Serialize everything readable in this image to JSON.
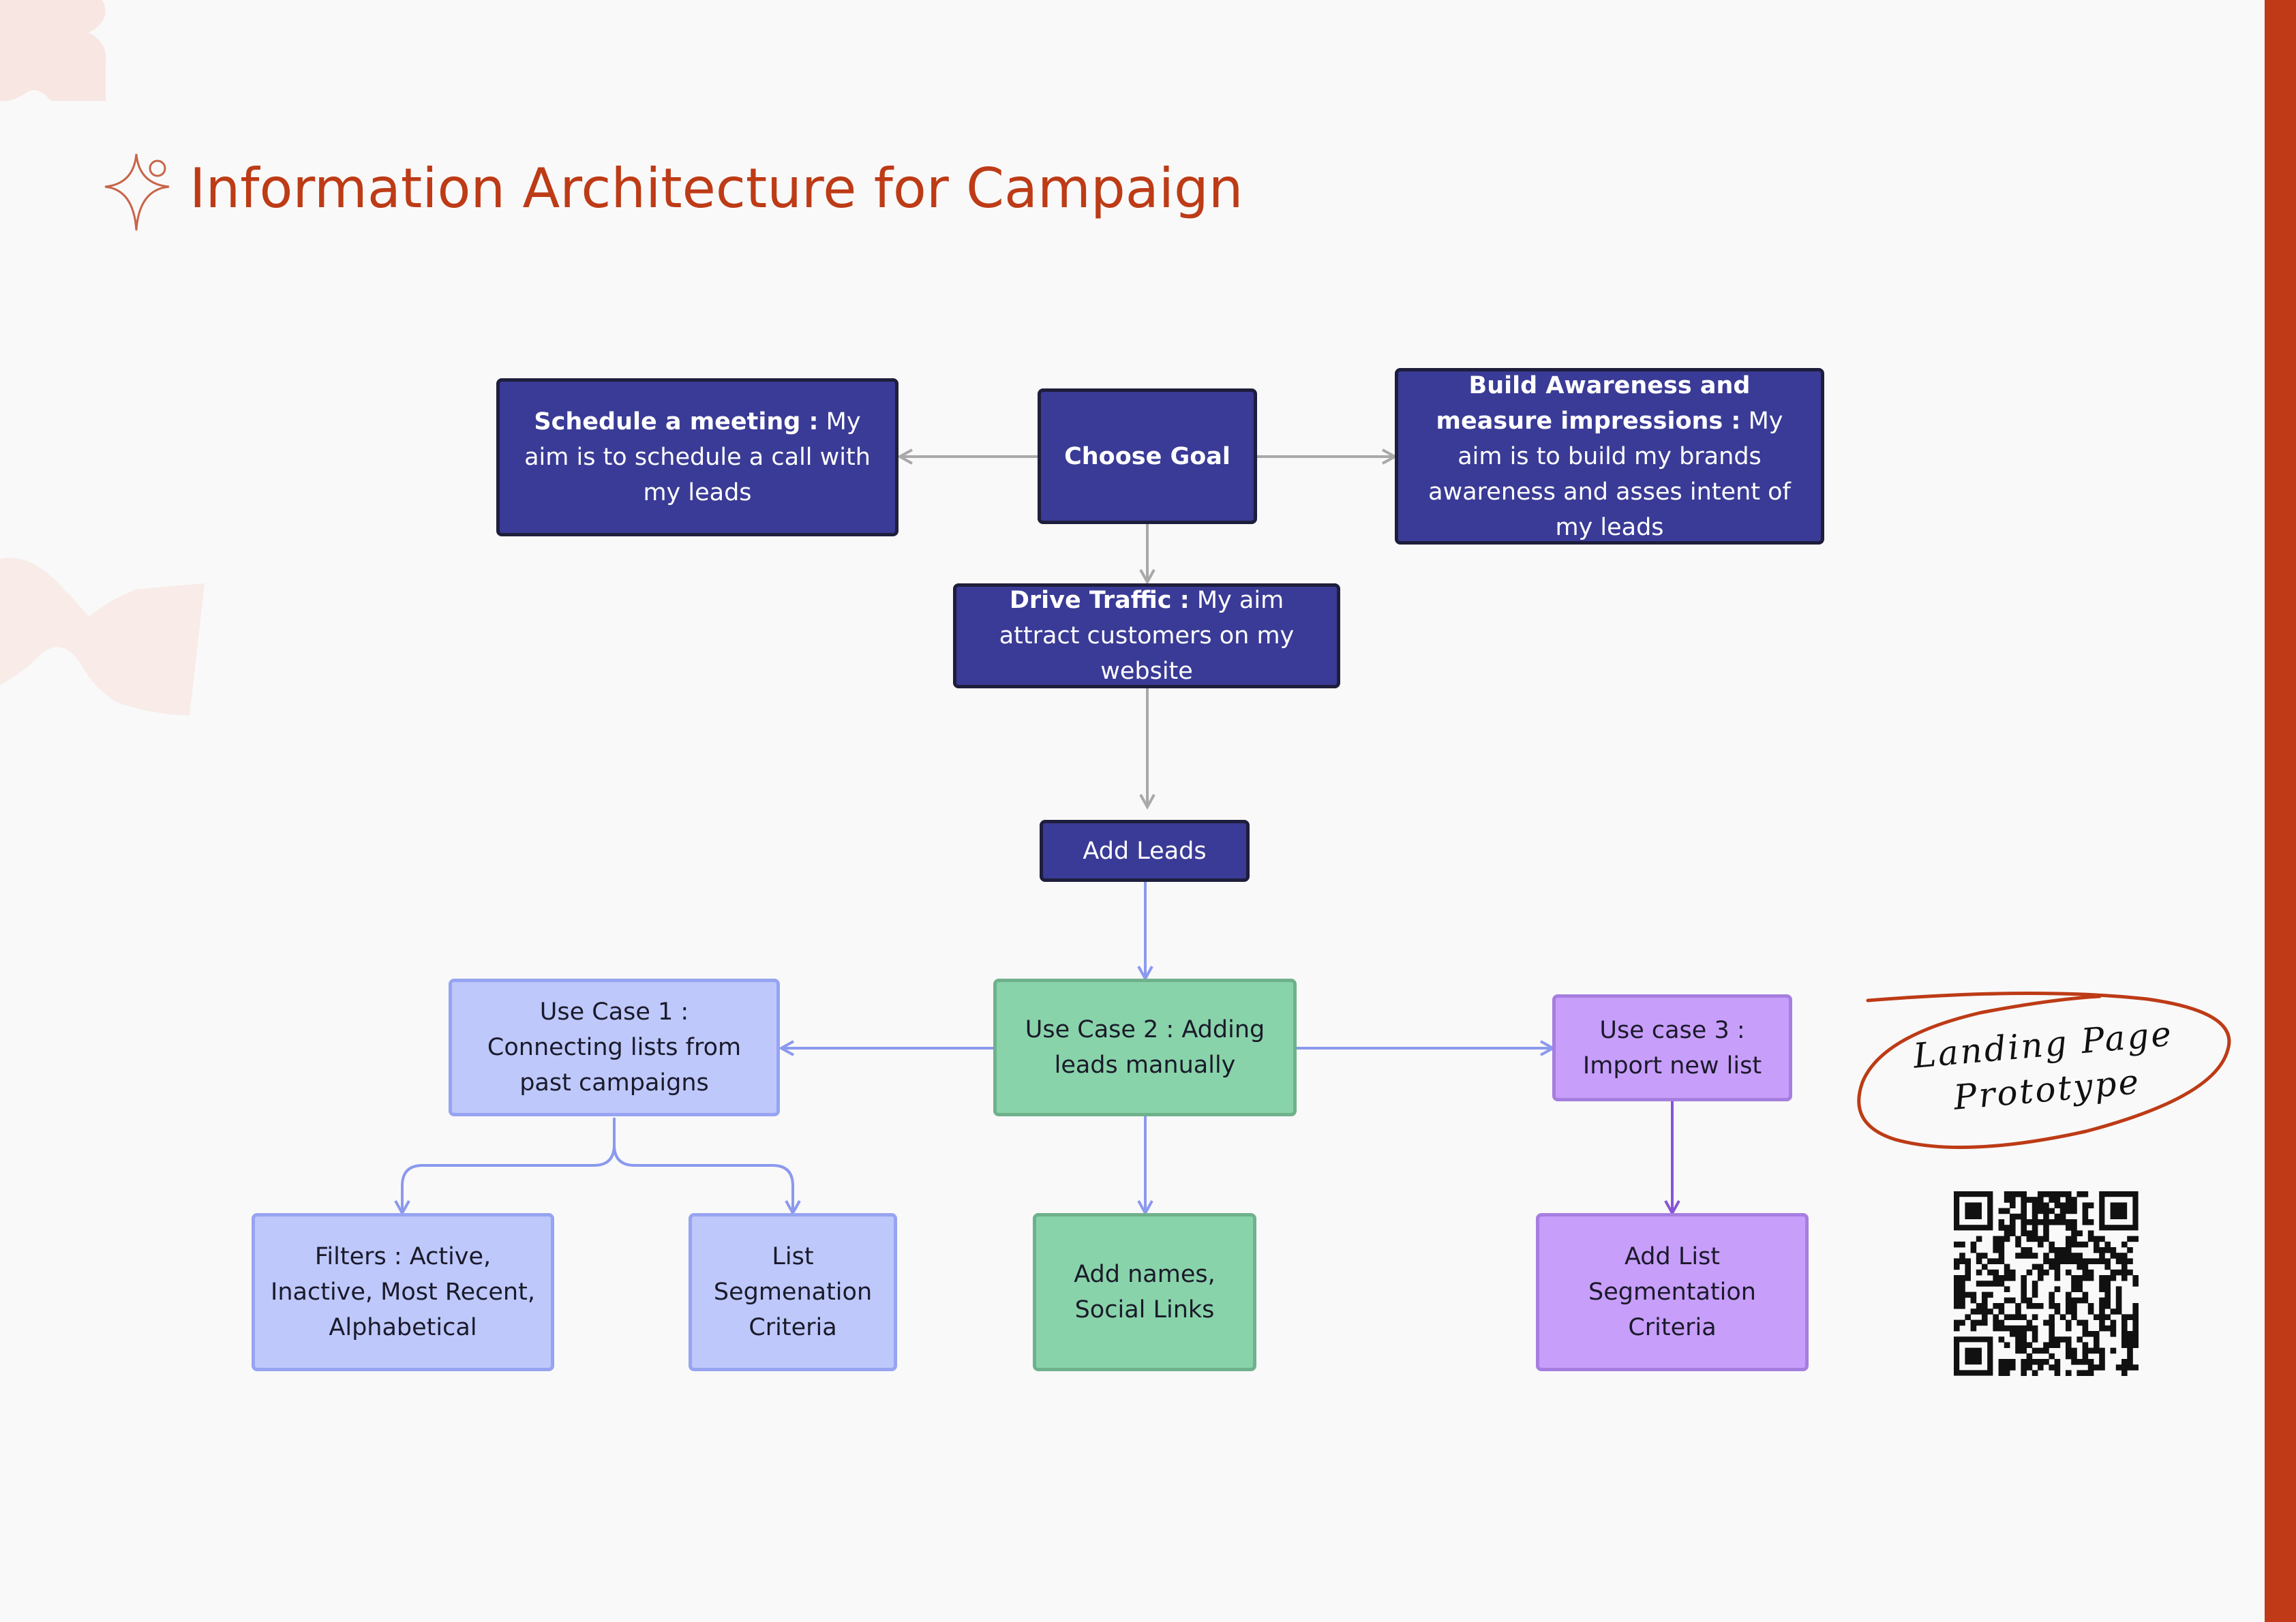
{
  "title": "Information Architecture for Campaign",
  "nodes": {
    "choose_goal": "Choose Goal",
    "schedule_bold": "Schedule a meeting :",
    "schedule_rest": " My aim is to schedule a call with my leads",
    "build_bold": "Build Awareness and measure impressions :",
    "build_rest": " My aim is to build my brands awareness and asses intent of my leads",
    "drive_bold": "Drive Traffic :",
    "drive_rest": " My aim attract customers on my website",
    "add_leads": "Add Leads",
    "use_case_1": "Use Case 1 : Connecting lists from past campaigns",
    "use_case_2": "Use Case 2 : Adding leads manually",
    "use_case_3": "Use case 3 : Import new list",
    "filters": "Filters : Active, Inactive, Most Recent, Alphabetical",
    "list_seg": "List Segmenation Criteria",
    "add_names": "Add names, Social Links",
    "add_list_seg": "Add List Segmentation Criteria"
  },
  "annotation": {
    "line1": "Landing Page",
    "line2": "Prototype"
  },
  "colors": {
    "accent": "#bd3b16",
    "navy": "#3a3b96",
    "lavender": "#bec8fb",
    "green": "#89d3aa",
    "purple": "#c89efb"
  },
  "icons": [
    "sparkle-icon",
    "qr-code-icon"
  ]
}
